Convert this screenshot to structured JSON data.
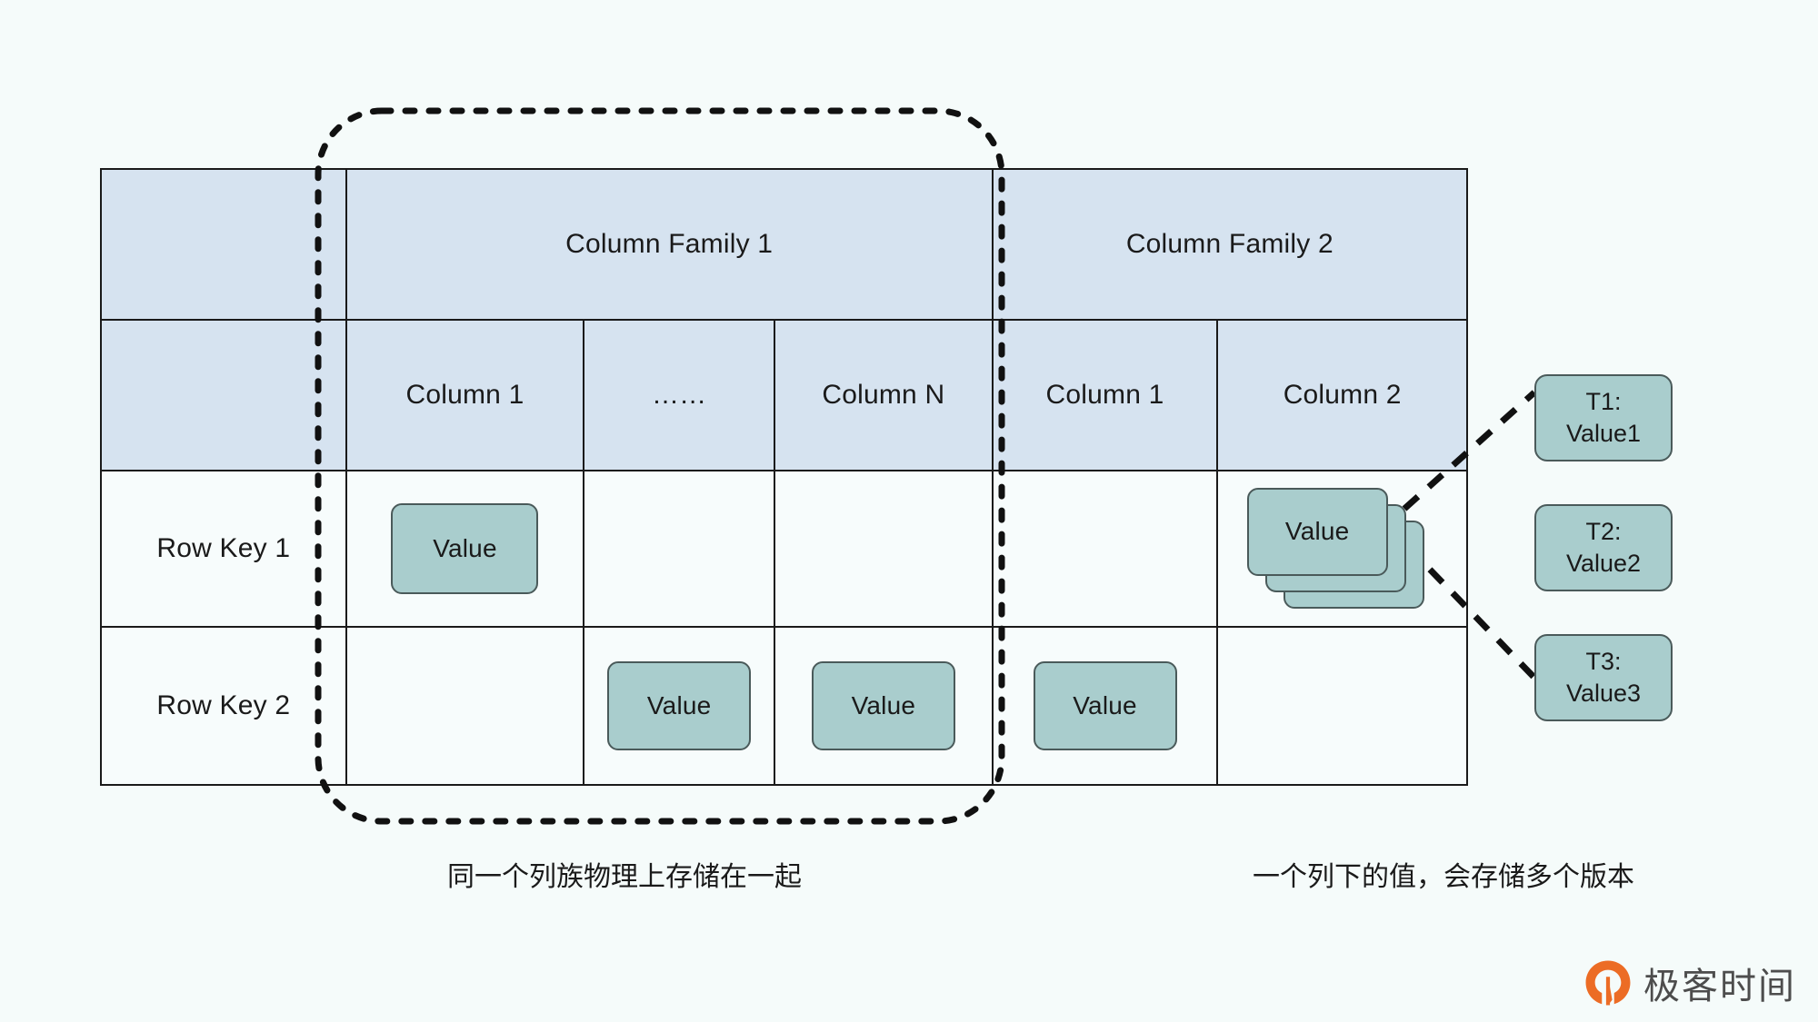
{
  "diagram": {
    "title": "HBase Column Family Storage Model",
    "colors": {
      "background": "#f5fbfa",
      "header_fill": "#d6e3f0",
      "value_fill": "#a9cdcd",
      "value_stroke": "#4a5a5a",
      "line": "#1a1a1a",
      "logo_orange": "#ec6c25",
      "logo_text": "#4d4d4d"
    },
    "table": {
      "corner_label": "",
      "column_families": [
        {
          "label": "Column Family 1",
          "columns": [
            "Column 1",
            "……",
            "Column N"
          ]
        },
        {
          "label": "Column Family 2",
          "columns": [
            "Column 1",
            "Column 2"
          ]
        }
      ],
      "rows": [
        {
          "key": "Row Key 1",
          "cells": [
            {
              "type": "value",
              "label": "Value"
            },
            {
              "type": "empty",
              "label": ""
            },
            {
              "type": "empty",
              "label": ""
            },
            {
              "type": "empty",
              "label": ""
            },
            {
              "type": "stack",
              "label": "Value",
              "stack_count": 3
            }
          ]
        },
        {
          "key": "Row Key 2",
          "cells": [
            {
              "type": "empty",
              "label": ""
            },
            {
              "type": "value",
              "label": "Value"
            },
            {
              "type": "value",
              "label": "Value"
            },
            {
              "type": "value",
              "label": "Value"
            },
            {
              "type": "empty",
              "label": ""
            }
          ]
        }
      ]
    },
    "versions": [
      {
        "time": "T1:",
        "value": "Value1"
      },
      {
        "time": "T2:",
        "value": "Value2"
      },
      {
        "time": "T3:",
        "value": "Value3"
      }
    ],
    "captions": {
      "left": "同一个列族物理上存储在一起",
      "right": "一个列下的值，会存储多个版本"
    },
    "annotations": {
      "column_family_group_outline": "dotted-rounded-rect around Column Family 1"
    },
    "logo": {
      "text": "极客时间",
      "mark": "geekbang-logo-icon"
    }
  }
}
